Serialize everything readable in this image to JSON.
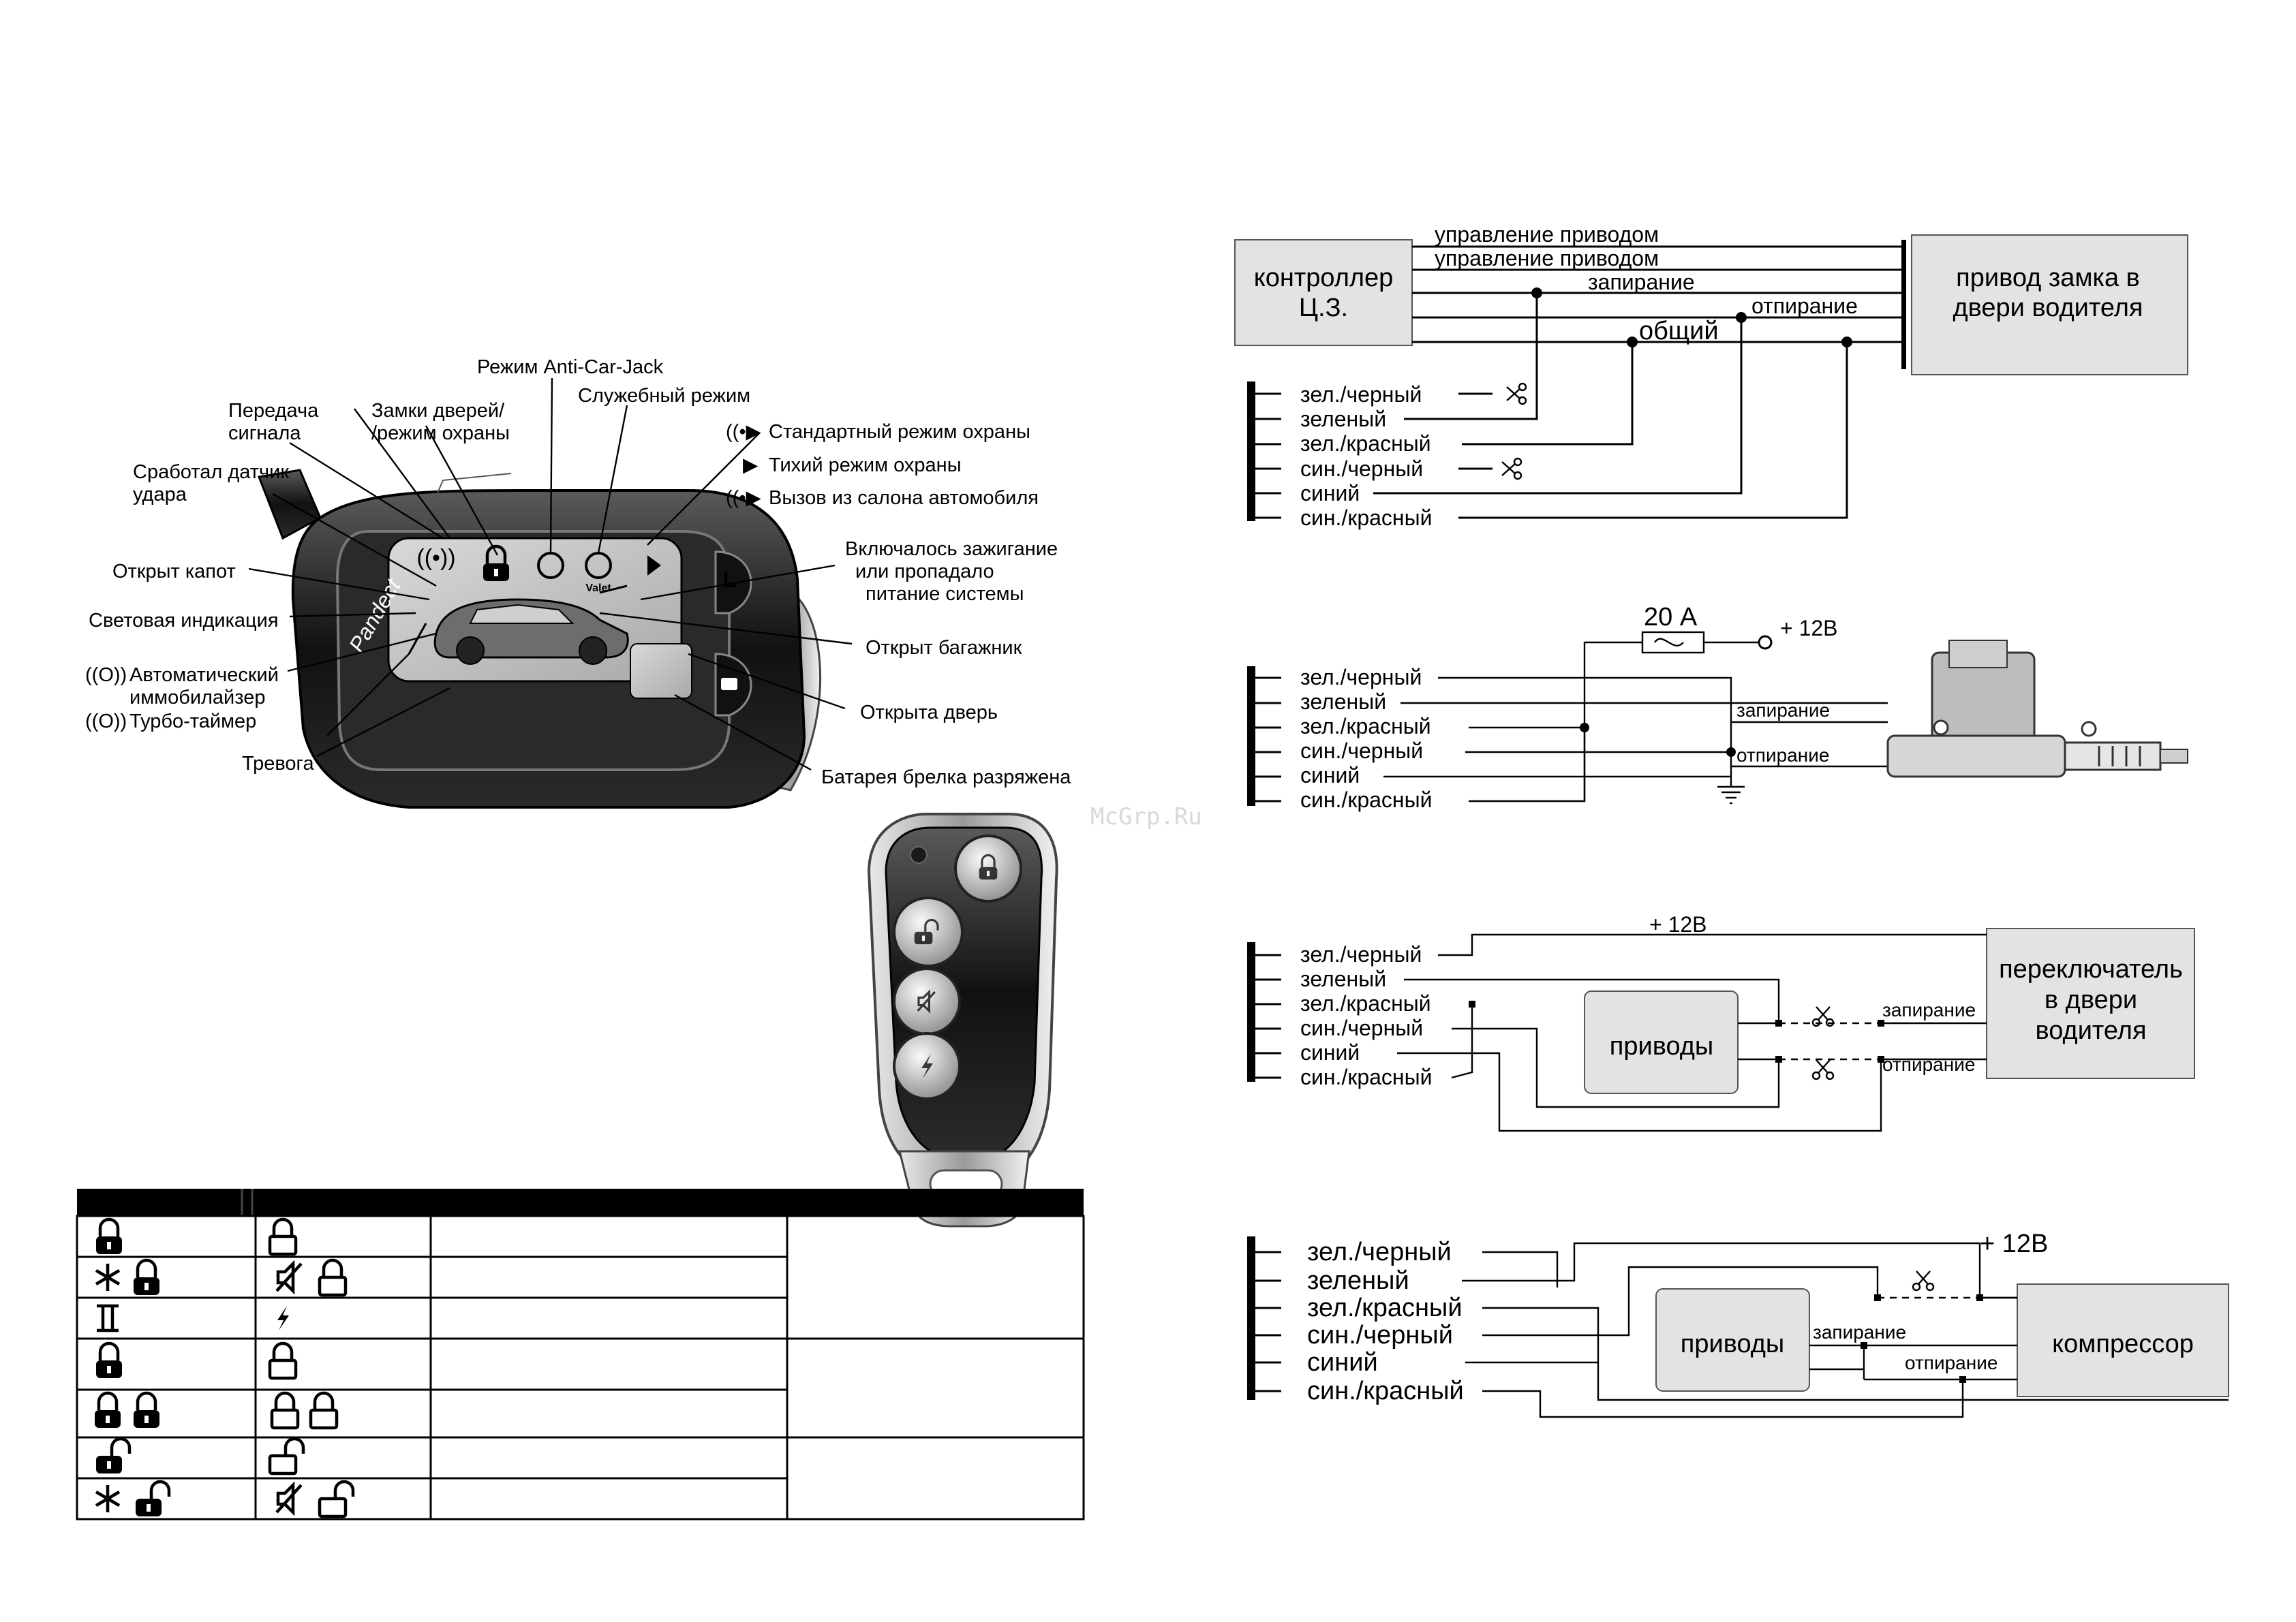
{
  "remote": {
    "labels": {
      "signal_tx": "Передача\nсигнала",
      "shock": "Сработал датчик\nудара",
      "hood": "Открыт капот",
      "led": "Световая индикация",
      "immob": "Автоматический\nиммобилайзер",
      "turbo": "Турбо-таймер",
      "alarm": "Тревога",
      "locks": "Замки дверей/\n/режим охраны",
      "anticarjack": "Режим Anti-Car-Jack",
      "service": "Служебный режим",
      "std_mode": "Стандартный режим охраны",
      "silent_mode": "Тихий режим охраны",
      "call": "Вызов из салона автомобиля",
      "ignition": "Включалось зажигание\nили пропадало\nпитание системы",
      "trunk": "Открыт багажник",
      "door": "Открыта дверь",
      "battery": "Батарея брелка разряжена"
    },
    "logo_text": "Pandect",
    "valet_text": "Valet"
  },
  "watermark": "McGrp.Ru",
  "diagram1": {
    "controller": "контроллер\nЦ.З.",
    "actuator": "привод замка в\nдвери водителя",
    "signals": [
      "управление приводом",
      "управление приводом",
      "запирание",
      "отпирание",
      "общий"
    ],
    "wires": [
      "зел./черный",
      "зеленый",
      "зел./красный",
      "син./черный",
      "синий",
      "син./красный"
    ]
  },
  "diagram2": {
    "fuse": "20 А",
    "power": "+ 12В",
    "lock": "запирание",
    "unlock": "отпирание",
    "wires": [
      "зел./черный",
      "зеленый",
      "зел./красный",
      "син./черный",
      "синий",
      "син./красный"
    ]
  },
  "diagram3": {
    "power": "+ 12В",
    "actuators": "приводы",
    "switch": "переключатель\nв двери\nводителя",
    "lock": "запирание",
    "unlock": "отпирание",
    "wires": [
      "зел./черный",
      "зеленый",
      "зел./красный",
      "син./черный",
      "синий",
      "син./красный"
    ]
  },
  "diagram4": {
    "power": "+ 12В",
    "actuators": "приводы",
    "compressor": "компрессор",
    "lock": "запирание",
    "unlock": "отпирание",
    "wires": [
      "зел./черный",
      "зеленый",
      "зел./красный",
      "син./черный",
      "синий",
      "син./красный"
    ]
  },
  "table": {
    "rows": [
      {
        "remote_icons": [
          "lock"
        ],
        "lcd_icons": [
          "lock"
        ]
      },
      {
        "remote_icons": [
          "star",
          "lock"
        ],
        "lcd_icons": [
          "mute",
          "lock"
        ]
      },
      {
        "remote_icons": [
          "ii"
        ],
        "lcd_icons": [
          "bolt"
        ]
      },
      {
        "remote_icons": [
          "lock"
        ],
        "lcd_icons": [
          "lock"
        ]
      },
      {
        "remote_icons": [
          "lock",
          "lock"
        ],
        "lcd_icons": [
          "lock",
          "lock"
        ]
      },
      {
        "remote_icons": [
          "unlock"
        ],
        "lcd_icons": [
          "unlock"
        ]
      },
      {
        "remote_icons": [
          "star",
          "unlock"
        ],
        "lcd_icons": [
          "mute",
          "unlock"
        ]
      }
    ]
  }
}
